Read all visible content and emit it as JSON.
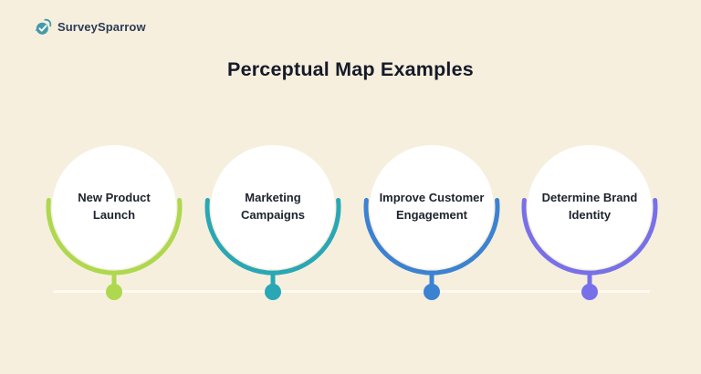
{
  "header": {
    "brand": "SurveySparrow",
    "brand_icon": "surveysparrow-bird-icon"
  },
  "title": "Perceptual Map Examples",
  "colors": {
    "background": "#f6efde",
    "baseline": "#fdf9ef",
    "title_text": "#161a28",
    "label_text": "#20242f",
    "brand_text": "#2c3a55",
    "brand_teal": "#429aaa"
  },
  "items": [
    {
      "label": "New Product Launch",
      "color": "#aed84e"
    },
    {
      "label": "Marketing\nCampaigns",
      "color": "#2aa7b5"
    },
    {
      "label": "Improve Customer\nEngagement",
      "color": "#3b82d2"
    },
    {
      "label": "Determine Brand\nIdentity",
      "color": "#7870e9"
    }
  ]
}
